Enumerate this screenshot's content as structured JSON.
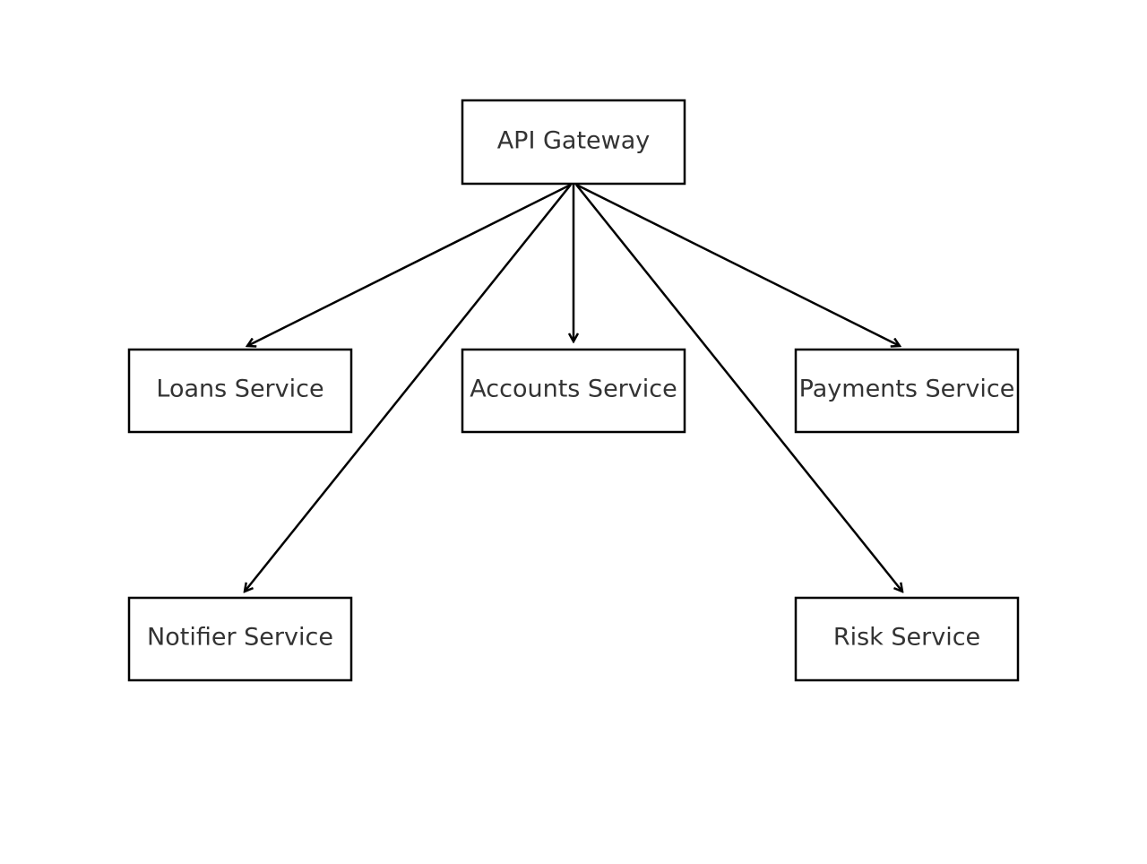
{
  "nodes": {
    "gateway": {
      "label": "API Gateway"
    },
    "loans": {
      "label": "Loans Service"
    },
    "accounts": {
      "label": "Accounts Service"
    },
    "payments": {
      "label": "Payments Service"
    },
    "notifier": {
      "label": "Notifier Service"
    },
    "risk": {
      "label": "Risk Service"
    }
  },
  "edges": [
    {
      "from": "API Gateway",
      "to": "Loans Service"
    },
    {
      "from": "API Gateway",
      "to": "Accounts Service"
    },
    {
      "from": "API Gateway",
      "to": "Payments Service"
    },
    {
      "from": "API Gateway",
      "to": "Notifier Service"
    },
    {
      "from": "API Gateway",
      "to": "Risk Service"
    }
  ],
  "colors": {
    "stroke": "#000000",
    "text": "#333333",
    "background": "#ffffff"
  }
}
